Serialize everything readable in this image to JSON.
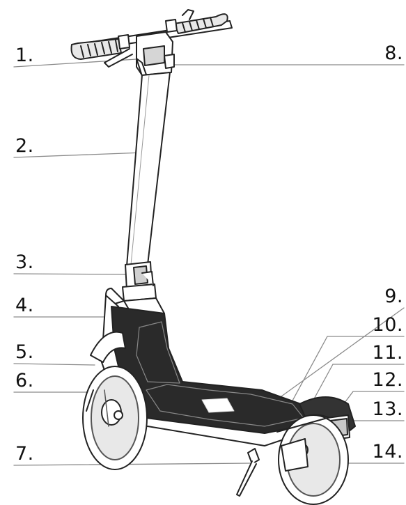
{
  "callouts": [
    {
      "id": "1",
      "label": "1.",
      "side": "left"
    },
    {
      "id": "2",
      "label": "2.",
      "side": "left"
    },
    {
      "id": "3",
      "label": "3.",
      "side": "left"
    },
    {
      "id": "4",
      "label": "4.",
      "side": "left"
    },
    {
      "id": "5",
      "label": "5.",
      "side": "left"
    },
    {
      "id": "6",
      "label": "6.",
      "side": "left"
    },
    {
      "id": "7",
      "label": "7.",
      "side": "left"
    },
    {
      "id": "8",
      "label": "8.",
      "side": "right"
    },
    {
      "id": "9",
      "label": "9.",
      "side": "right"
    },
    {
      "id": "10",
      "label": "10.",
      "side": "right"
    },
    {
      "id": "11",
      "label": "11.",
      "side": "right"
    },
    {
      "id": "12",
      "label": "12.",
      "side": "right"
    },
    {
      "id": "13",
      "label": "13.",
      "side": "right"
    },
    {
      "id": "14",
      "label": "14.",
      "side": "right"
    }
  ],
  "colors": {
    "line": "#222222",
    "leader": "#8a8a8a",
    "text": "#111111",
    "fill": "#ffffff",
    "wheel": "#dcdcdc"
  }
}
